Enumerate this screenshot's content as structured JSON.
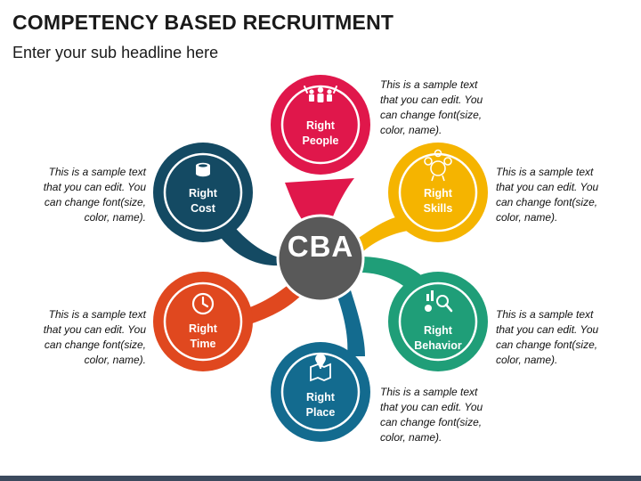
{
  "header": {
    "title": "COMPETENCY BASED RECRUITMENT",
    "subtitle": "Enter your sub headline here"
  },
  "center": {
    "label": "CBA",
    "color": "#595959"
  },
  "petals": [
    {
      "id": "people",
      "line1": "Right",
      "line2": "People",
      "color": "#e0174b",
      "icon": "people-group-icon",
      "desc": [
        "This is a sample text",
        "that you can edit. You",
        "can change font(size,",
        "color, name)."
      ]
    },
    {
      "id": "skills",
      "line1": "Right",
      "line2": "Skills",
      "color": "#f5b400",
      "icon": "skills-network-icon",
      "desc": [
        "This is a sample text",
        "that you can edit. You",
        "can change font(size,",
        "color, name)."
      ]
    },
    {
      "id": "behavior",
      "line1": "Right",
      "line2": "Behavior",
      "color": "#1f9e78",
      "icon": "analytics-magnifier-icon",
      "desc": [
        "This is a sample text",
        "that you can edit. You",
        "can change font(size,",
        "color, name)."
      ]
    },
    {
      "id": "place",
      "line1": "Right",
      "line2": "Place",
      "color": "#136b8f",
      "icon": "map-pin-icon",
      "desc": [
        "This is a sample text",
        "that you can edit. You",
        "can change font(size,",
        "color, name)."
      ]
    },
    {
      "id": "time",
      "line1": "Right",
      "line2": "Time",
      "color": "#e0481f",
      "icon": "clock-icon",
      "desc": [
        "This is a sample text",
        "that you can edit. You",
        "can change font(size,",
        "color, name)."
      ]
    },
    {
      "id": "cost",
      "line1": "Right",
      "line2": "Cost",
      "color": "#144a63",
      "icon": "coins-icon",
      "desc": [
        "This is a sample text",
        "that you can edit. You",
        "can change font(size,",
        "color, name)."
      ]
    }
  ]
}
